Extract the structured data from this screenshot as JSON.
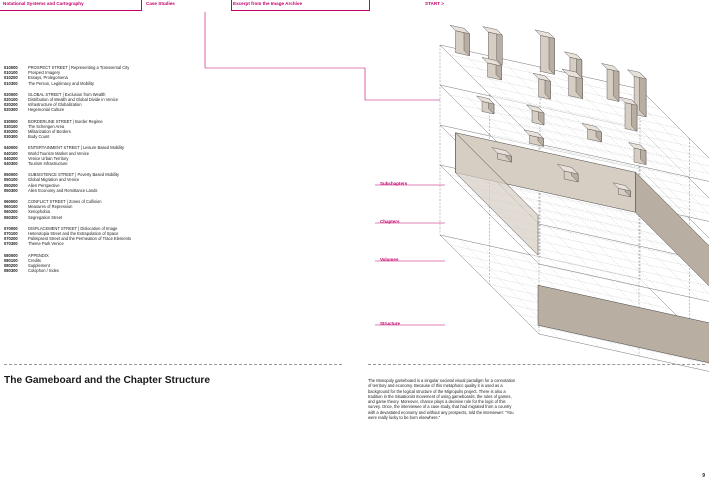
{
  "nav": {
    "items": [
      {
        "label": "Notational Systems and Cartography"
      },
      {
        "label": "Case Studies"
      },
      {
        "label": "Excerpt from the Image Archive"
      },
      {
        "label": "START >"
      }
    ]
  },
  "toc": [
    {
      "rows": [
        {
          "num": "010000",
          "label": "PROSPECT STREET  |  Representing a Transversal City"
        },
        {
          "num": "010100",
          "label": "Prospect Imagery"
        },
        {
          "num": "010200",
          "label": "Essays, Prolegomena"
        },
        {
          "num": "010300",
          "label": "The Person, Legitimacy and Mobility"
        }
      ]
    },
    {
      "rows": [
        {
          "num": "020000",
          "label": "GLOBAL STREET  |  Exclusion from Wealth"
        },
        {
          "num": "020100",
          "label": "Distribution of Wealth and Global Divide in Venice"
        },
        {
          "num": "020200",
          "label": "Infrastructure of Globalization"
        },
        {
          "num": "020300",
          "label": "Hegemonial Culture"
        }
      ]
    },
    {
      "rows": [
        {
          "num": "030000",
          "label": "BORDERLINE STREET  |  Border Regime"
        },
        {
          "num": "030100",
          "label": "The Schengen Area"
        },
        {
          "num": "030200",
          "label": "Militarization of Borders"
        },
        {
          "num": "030300",
          "label": "Body Count"
        }
      ]
    },
    {
      "rows": [
        {
          "num": "040000",
          "label": "ENTERTAINMENT STREET  |  Leisure Based Mobility"
        },
        {
          "num": "040100",
          "label": "World Tourism Market and Venice"
        },
        {
          "num": "040200",
          "label": "Venice Urban Territory"
        },
        {
          "num": "040300",
          "label": "Tourism Infrastructure"
        }
      ]
    },
    {
      "rows": [
        {
          "num": "050000",
          "label": "SUBSISTENCE STREET  |  Poverty Based Mobility"
        },
        {
          "num": "050100",
          "label": "Global Migration and Venice"
        },
        {
          "num": "050200",
          "label": "Alien Perspective"
        },
        {
          "num": "050300",
          "label": "Alien Economy and Remittance Lands"
        }
      ]
    },
    {
      "rows": [
        {
          "num": "060000",
          "label": "CONFLICT STREET  |  Zones of Collision"
        },
        {
          "num": "060100",
          "label": "Measures of Repression"
        },
        {
          "num": "060200",
          "label": "Xenophobia"
        },
        {
          "num": "060300",
          "label": "Segregation Street"
        }
      ]
    },
    {
      "rows": [
        {
          "num": "070000",
          "label": "DISPLACEMENT STREET  |  Dislocation of Image"
        },
        {
          "num": "070100",
          "label": "Heterotopia Street and the Extrapolation of Space"
        },
        {
          "num": "070200",
          "label": "Palimpsest Street and the Permeation of Trace Elements"
        },
        {
          "num": "070300",
          "label": "Theme Park Venice"
        }
      ]
    },
    {
      "rows": [
        {
          "num": "080000",
          "label": "APPENDIX"
        },
        {
          "num": "080100",
          "label": "Credits"
        },
        {
          "num": "080200",
          "label": "Supplement"
        },
        {
          "num": "080300",
          "label": "Colophon / Index"
        }
      ]
    }
  ],
  "diagram_labels": {
    "subchapters": "Subchapters",
    "chapters": "Chapters",
    "volumes": "Volumes",
    "structure": "Structure"
  },
  "section_title": "The Gameboard and the Chapter Structure",
  "paragraph": "The Monopoly gameboard is a singular societal visual paradigm for a connotation of territory and economy. Because of this metaphoric quality it is used as a background for the logical structure of the Migropolis project. There is also a tradition in the Situationist movement of using gameboards, the rules of games, and game theory. Moreover, chance plays a decisive role for the logic of this survey. Once, the interviewee of a case study, that had migrated from a country with a devastated economy and without any prospects, told the interviewer: \"You were really lucky to be born elsewhere.\"",
  "page_number": "9",
  "colors": {
    "accent": "#c3006b",
    "block_fill": "#d6cdc3",
    "block_shade": "#b9aea2",
    "line": "#444444"
  }
}
